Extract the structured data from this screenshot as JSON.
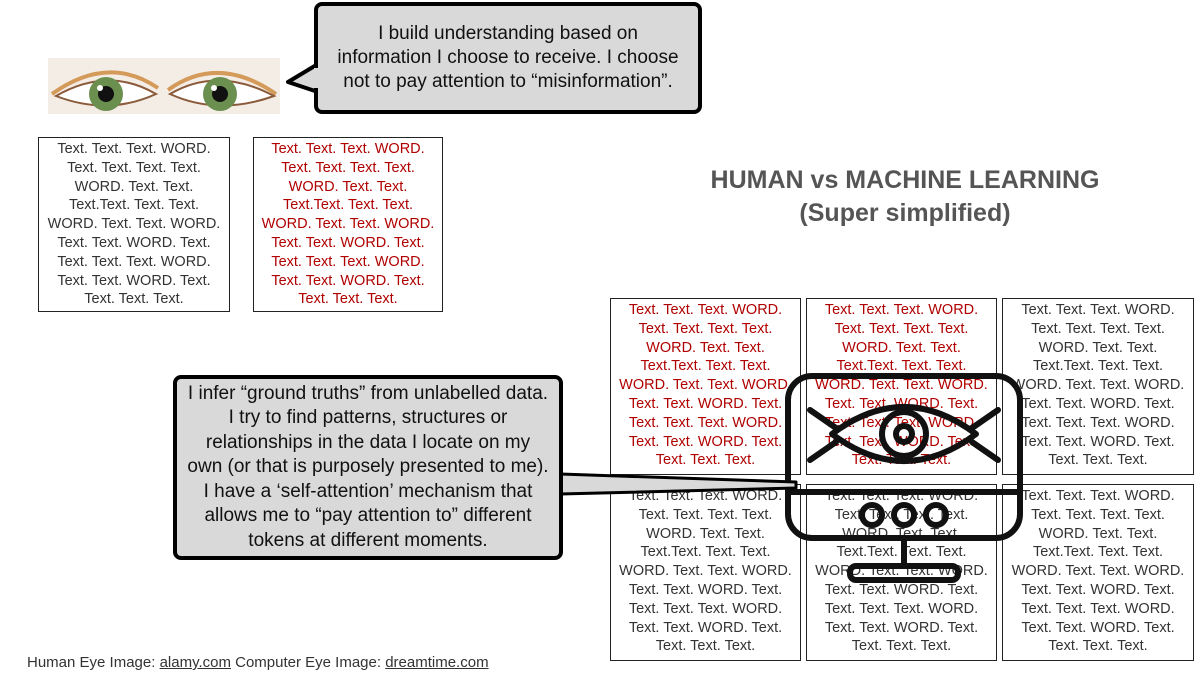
{
  "title": "HUMAN vs MACHINE LEARNING\n(Super simplified)",
  "human": {
    "image": "eyes-image",
    "speech": "I build understanding based on information I choose to receive. I choose not to pay attention to “misinformation”.",
    "box_normal": "Text. Text. Text. WORD.\nText. Text. Text. Text.\nWORD. Text. Text.\nText.Text. Text. Text.\nWORD. Text. Text. WORD.\nText. Text. WORD. Text.\nText. Text. Text. WORD.\nText. Text. WORD. Text.\nText. Text. Text.",
    "box_red": "Text. Text. Text. WORD.\nText. Text. Text. Text.\nWORD. Text. Text.\nText.Text. Text. Text.\nWORD. Text. Text. WORD.\nText. Text. WORD. Text.\nText. Text. Text. WORD.\nText. Text. WORD. Text.\nText. Text. Text."
  },
  "machine": {
    "icon": "computer-eye-icon",
    "speech": "I infer “ground truths” from unlabelled data.\nI try to find patterns, structures or relationships in the data I locate on my own (or that is purposely presented to me). I have a ‘self-attention’ mechanism that allows me to “pay attention to” different tokens at different moments.",
    "grid": [
      {
        "tone": "red",
        "text": "Text. Text. Text. WORD.\nText. Text. Text. Text.\nWORD. Text. Text.\nText.Text. Text. Text.\nWORD. Text. Text. WORD.\nText. Text. WORD. Text.\nText. Text. Text. WORD.\nText. Text. WORD. Text.\nText. Text. Text."
      },
      {
        "tone": "red",
        "text": "Text. Text. Text. WORD.\nText. Text. Text. Text.\nWORD. Text. Text.\nText.Text. Text. Text.\nWORD. Text. Text. WORD.\nText. Text. WORD. Text.\nText. Text. Text. WORD.\nText. Text. WORD. Text.\nText. Text. Text."
      },
      {
        "tone": "dark",
        "text": "Text. Text. Text. WORD.\nText. Text. Text. Text.\nWORD. Text. Text.\nText.Text. Text. Text.\nWORD. Text. Text. WORD.\nText. Text. WORD. Text.\nText. Text. Text. WORD.\nText. Text. WORD. Text.\nText. Text. Text."
      },
      {
        "tone": "dark",
        "text": "Text. Text. Text. WORD.\nText. Text. Text. Text.\nWORD. Text. Text.\nText.Text. Text. Text.\nWORD. Text. Text. WORD.\nText. Text. WORD. Text.\nText. Text. Text. WORD.\nText. Text. WORD. Text.\nText. Text. Text."
      },
      {
        "tone": "dark",
        "text": "Text. Text. Text. WORD.\nText. Text. Text. Text.\nWORD. Text. Text.\nText.Text. Text. Text.\nWORD. Text. Text. WORD.\nText. Text. WORD. Text.\nText. Text. Text. WORD.\nText. Text. WORD. Text.\nText. Text. Text."
      },
      {
        "tone": "dark",
        "text": "Text. Text. Text. WORD.\nText. Text. Text. Text.\nWORD. Text. Text.\nText.Text. Text. Text.\nWORD. Text. Text. WORD.\nText. Text. WORD. Text.\nText. Text. Text. WORD.\nText. Text. WORD. Text.\nText. Text. Text."
      }
    ]
  },
  "credits": {
    "prefix": "Human Eye Image: ",
    "human_link": "alamy.com",
    "middle": " Computer Eye Image: ",
    "computer_link": "dreamtime.com"
  },
  "colors": {
    "red_text": "#b00000",
    "bubble_fill": "#d9d9d9",
    "title": "#555555"
  }
}
